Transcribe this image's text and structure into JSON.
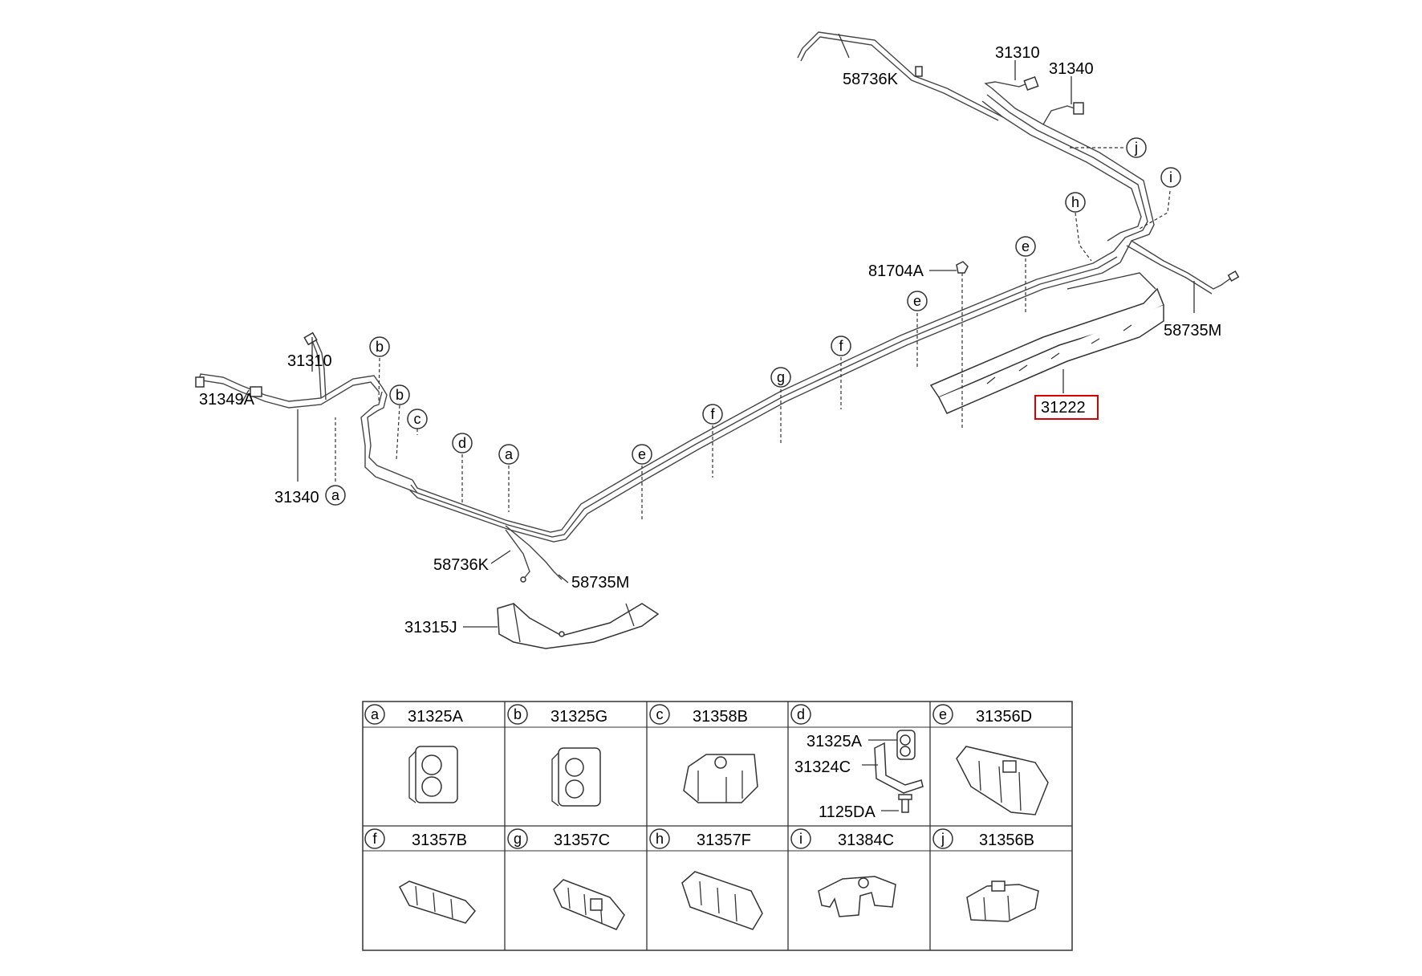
{
  "diagram": {
    "labels": {
      "p58736k_top": "58736K",
      "p31310_top": "31310",
      "p31340_top": "31340",
      "p81704a": "81704A",
      "p58735m_right": "58735M",
      "p31222": "31222",
      "p31310_left": "31310",
      "p31349a": "31349A",
      "p31340_left": "31340",
      "p58736k_mid": "58736K",
      "p58735m_mid": "58735M",
      "p31315j": "31315J"
    },
    "circle_letters": [
      "a",
      "b",
      "b",
      "c",
      "d",
      "a",
      "e",
      "f",
      "g",
      "f",
      "e",
      "e",
      "h",
      "i",
      "j"
    ],
    "highlight_color": "#d40000"
  },
  "parts_table": {
    "cells": [
      {
        "letter": "a",
        "part": "31325A"
      },
      {
        "letter": "b",
        "part": "31325G"
      },
      {
        "letter": "c",
        "part": "31358B"
      },
      {
        "letter": "d",
        "part": "",
        "subparts": [
          "31325A",
          "31324C",
          "1125DA"
        ]
      },
      {
        "letter": "e",
        "part": "31356D"
      },
      {
        "letter": "f",
        "part": "31357B"
      },
      {
        "letter": "g",
        "part": "31357C"
      },
      {
        "letter": "h",
        "part": "31357F"
      },
      {
        "letter": "i",
        "part": "31384C"
      },
      {
        "letter": "j",
        "part": "31356B"
      }
    ]
  }
}
